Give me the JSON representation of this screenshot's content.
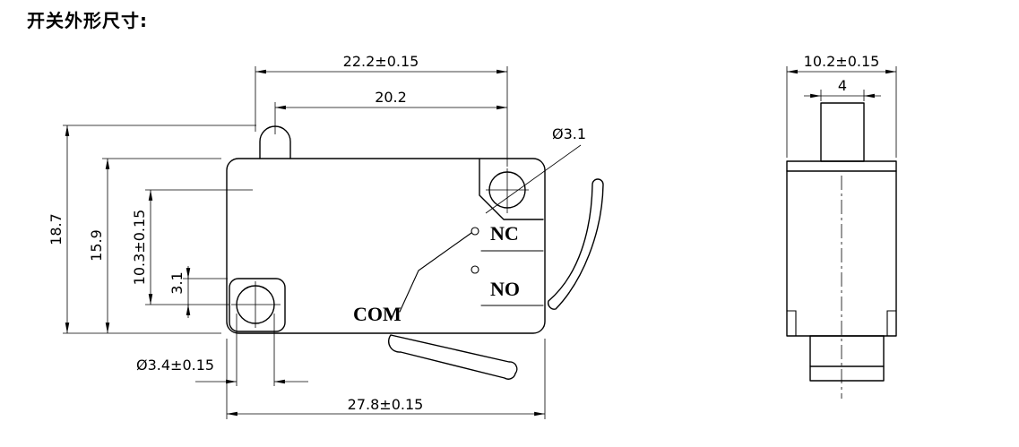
{
  "title": "开关外形尺寸:",
  "front_view": {
    "dimensions": {
      "hole_span_width": "22.2±0.15",
      "plunger_to_hole_width": "20.2",
      "top_hole_diameter": "Ø3.1",
      "total_height": "18.7",
      "body_height": "15.9",
      "hole_vertical_spacing": "10.3±0.15",
      "hole_to_edge": "3.1",
      "bottom_hole_diameter": "Ø3.4±0.15",
      "body_width": "27.8±0.15"
    },
    "terminal_labels": {
      "nc": "NC",
      "no": "NO",
      "com": "COM"
    }
  },
  "side_view": {
    "dimensions": {
      "body_depth": "10.2±0.15",
      "plunger_width": "4"
    }
  }
}
